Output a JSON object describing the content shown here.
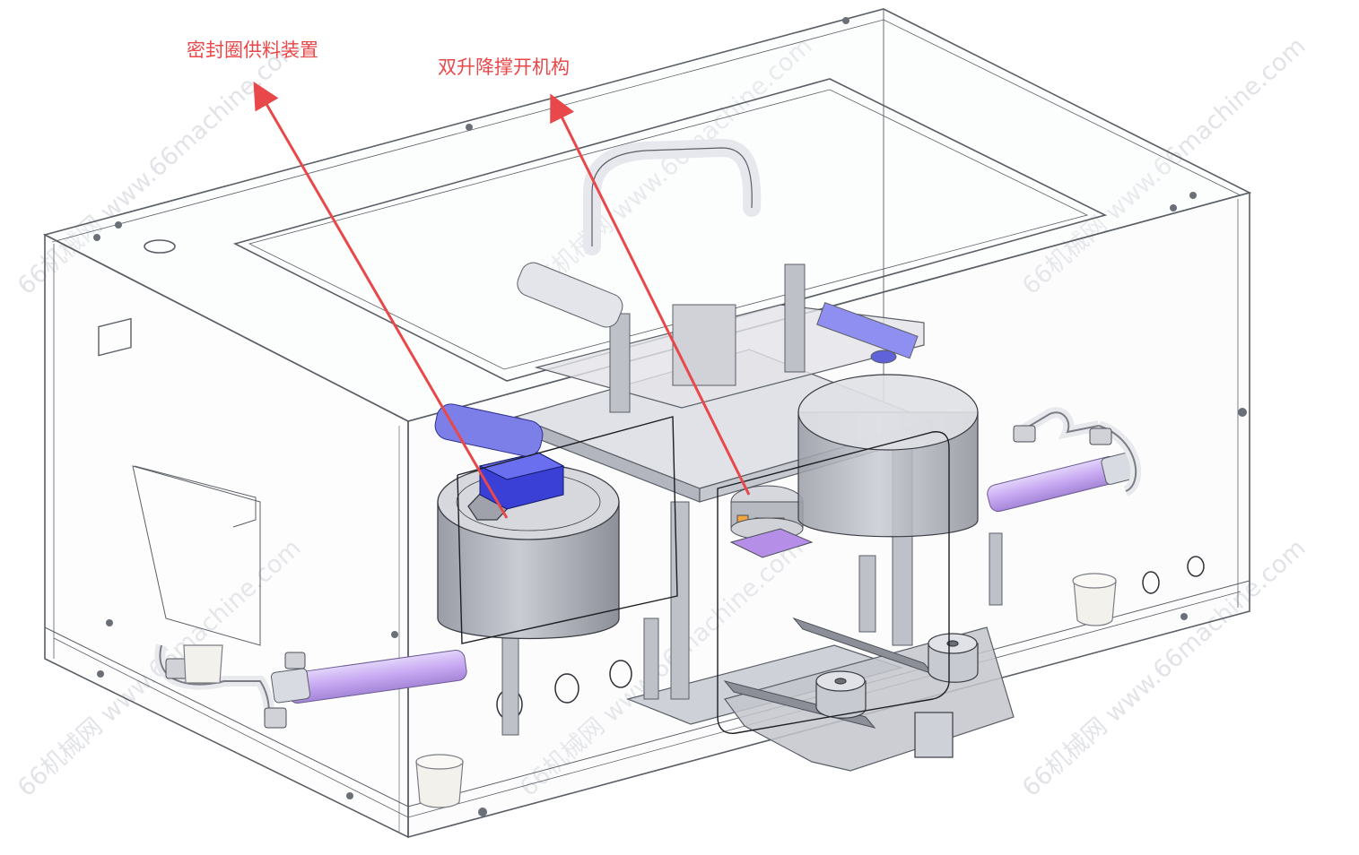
{
  "callouts": [
    {
      "label": "密封圈供料装置"
    },
    {
      "label": "双升降撑开机构"
    }
  ],
  "watermark": {
    "text": "66机械网 www.66machine.com"
  },
  "colors": {
    "callout": "#e8484a",
    "frame": "#5a5f66",
    "metal": "#b7bac3",
    "metal_dark": "#8d9099",
    "purple": "#c7a8f2",
    "blue": "#3a3fd6",
    "orange": "#f2a640"
  }
}
